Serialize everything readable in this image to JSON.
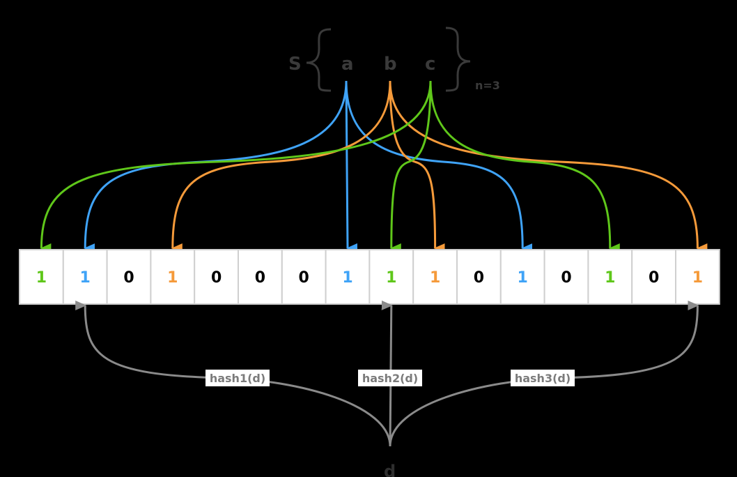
{
  "set": {
    "label": "S",
    "elements": [
      "a",
      "b",
      "c"
    ],
    "count_label": "n=3"
  },
  "bits": [
    "1",
    "1",
    "0",
    "1",
    "0",
    "0",
    "0",
    "1",
    "1",
    "1",
    "0",
    "1",
    "0",
    "1",
    "0",
    "1"
  ],
  "colors": {
    "a": "#3fa3f7",
    "b": "#f59a3a",
    "c": "#5fc71a",
    "neutral": "#000000",
    "query": "#8a8a8a"
  },
  "bit_owner": [
    "c",
    "a",
    "",
    "b",
    "",
    "",
    "",
    "a",
    "c",
    "b",
    "",
    "a",
    "",
    "c",
    "",
    "b"
  ],
  "element_targets": {
    "a": [
      1,
      7,
      11
    ],
    "b": [
      3,
      9,
      15
    ],
    "c": [
      0,
      8,
      13
    ]
  },
  "query": {
    "label": "d",
    "hashes": [
      {
        "label": "hash1(d)",
        "target": 1
      },
      {
        "label": "hash2(d)",
        "target": 8
      },
      {
        "label": "hash3(d)",
        "target": 15
      }
    ]
  }
}
